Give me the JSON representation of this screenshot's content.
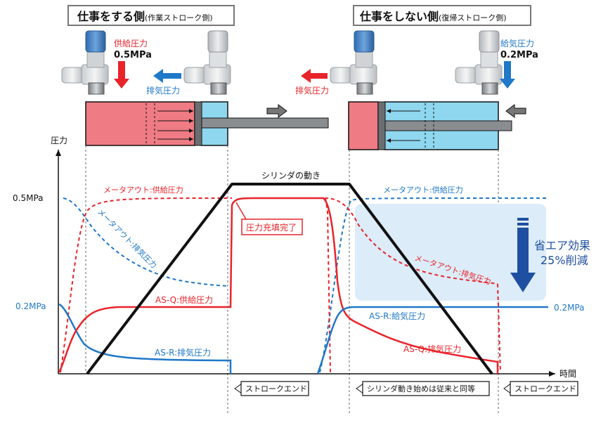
{
  "headers": {
    "work_side": {
      "main": "仕事をする側",
      "sub": "(作業ストローク側)"
    },
    "return_side": {
      "main": "仕事をしない側",
      "sub": "(復帰ストローク側)"
    }
  },
  "valve_labels": {
    "supply_left": {
      "label": "供給圧力",
      "value": "0.5MPa"
    },
    "exhaust_left": "排気圧力",
    "exhaust_right": "排気圧力",
    "supply_right": {
      "label": "給気圧力",
      "value": "0.2MPa"
    }
  },
  "axes": {
    "y_label": "圧力",
    "x_label": "時間",
    "y_tick_high": "0.5MPa",
    "y_tick_low": "0.2MPa",
    "right_tick": "0.2MPa"
  },
  "curve_labels": {
    "motion": "シリンダの動き",
    "meter_out_supply_left": "メータアウト:供給圧力",
    "meter_out_exhaust_left": "メータアウト:排気圧力",
    "meter_out_supply_right": "メータアウト:供給圧力",
    "meter_out_exhaust_right": "メータアウト:排気圧力",
    "asq_supply": "AS-Q:供給圧力",
    "asr_exhaust": "AS-R:排気圧力",
    "asr_supply": "AS-R:給気圧力",
    "asq_exhaust": "AS-Q:排気圧力",
    "fill_complete": "圧力充填完了"
  },
  "savings": {
    "line1": "省エア効果",
    "line2": "25%削減"
  },
  "bottom_labels": {
    "stroke_end_1": "ストロークエンド",
    "start_same": "シリンダ動き始めは従来と同等",
    "stroke_end_2": "ストロークエンド"
  },
  "colors": {
    "red": "#e8242a",
    "blue": "#1f78c8",
    "dark_blue": "#1f4fa0",
    "black": "#111111",
    "pink_chamber": "#ef7b84",
    "cyan_chamber": "#8fd6ef",
    "savings_box": "#dcecf8",
    "valve_blue": "#4d88c6"
  }
}
